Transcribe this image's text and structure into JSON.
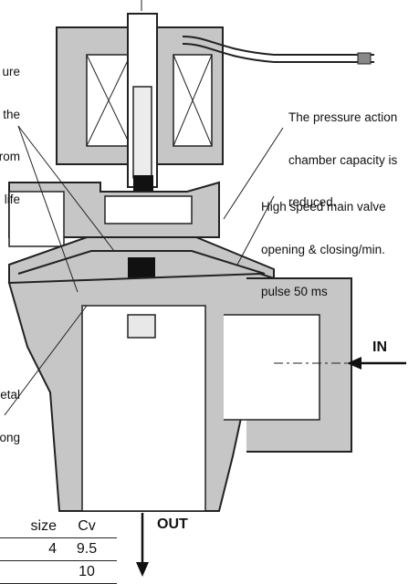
{
  "labels": {
    "left_top": [
      "ure",
      "the",
      "rom",
      "life"
    ],
    "left_bottom": [
      "etal",
      "ong"
    ],
    "right_top": [
      "The pressure action",
      "chamber capacity is",
      "reduced."
    ],
    "right_mid": [
      "High speed main valve",
      "opening & closing/min.",
      "pulse 50 ms"
    ]
  },
  "arrows": {
    "in": "IN",
    "out": "OUT"
  },
  "table": {
    "headers": [
      "size",
      "Cv"
    ],
    "rows": [
      [
        "4",
        "9.5"
      ],
      [
        "",
        "10"
      ]
    ]
  }
}
